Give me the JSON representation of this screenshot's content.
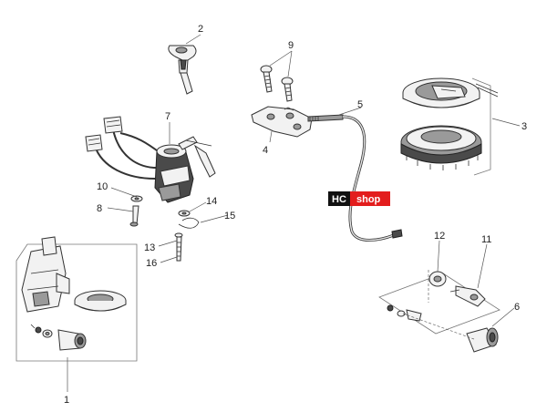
{
  "callouts": [
    "1",
    "2",
    "3",
    "4",
    "5",
    "6",
    "7",
    "8",
    "9",
    "10",
    "11",
    "12",
    "13",
    "14",
    "15",
    "16"
  ],
  "badge": {
    "left": "HC",
    "right": "shop"
  },
  "colors": {
    "badge_dark": "#111111",
    "badge_red": "#e31d1d"
  }
}
